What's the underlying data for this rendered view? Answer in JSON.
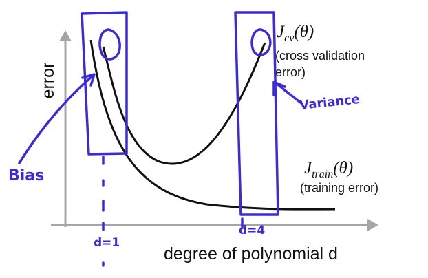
{
  "axes": {
    "y_label": "error",
    "x_label": "degree of polynomial d"
  },
  "curves": {
    "cv_label": "J",
    "cv_sub": "cv",
    "cv_arg": "(θ)",
    "cv_desc_line1": "(cross validation",
    "cv_desc_line2": "error)",
    "train_label": "J",
    "train_sub": "train",
    "train_arg": "(θ)",
    "train_desc": "(training error)"
  },
  "annotations": {
    "bias": "Bias",
    "variance": "Variance",
    "d_low": "d=1",
    "d_high": "d=4"
  },
  "colors": {
    "ink": "#111111",
    "axis": "#a6a6a6",
    "pen": "#3b2bd6"
  }
}
